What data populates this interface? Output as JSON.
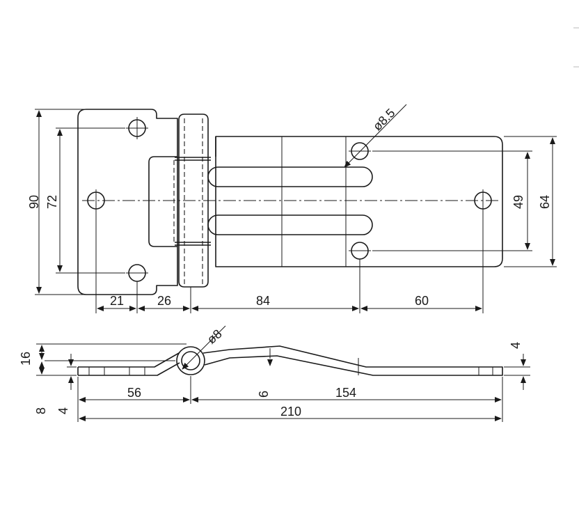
{
  "dimensions": {
    "top_height_90": "90",
    "top_height_72": "72",
    "top_width_21": "21",
    "top_width_26": "26",
    "top_width_84": "84",
    "top_width_60": "60",
    "top_height_49": "49",
    "top_height_64": "64",
    "top_hole_dia": "ø8.5",
    "side_pin_dia": "ø8",
    "side_height_16": "16",
    "side_height_8": "8",
    "side_thickness_4_left": "4",
    "side_thickness_4_right": "4",
    "side_offset_6": "6",
    "side_length_56": "56",
    "side_length_154": "154",
    "side_total_210": "210"
  }
}
